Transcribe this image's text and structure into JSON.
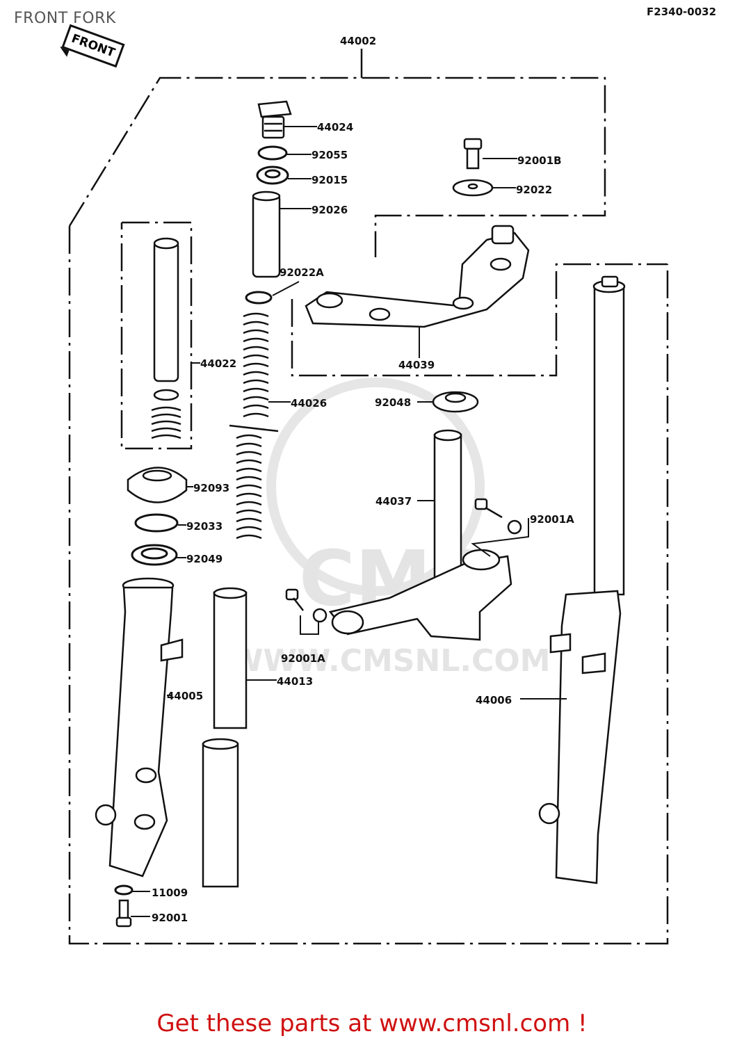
{
  "header": {
    "title": "FRONT FORK",
    "diagram_code": "F2340-0032",
    "front_tag": "FRONT"
  },
  "watermark": {
    "logo_text": "CMS",
    "url": "WWW.CMSNL.COM"
  },
  "parts": {
    "fork_assembly": "44002",
    "cap_bolt": "44024",
    "o_ring": "92055",
    "collar": "92015",
    "pipe": "92026",
    "bolt_b": "92001B",
    "washer": "92022",
    "washer_a": "92022A",
    "upper_bracket": "44039",
    "cylinder_unit": "44022",
    "spring": "44026",
    "stem_nut": "92048",
    "dust_seal": "92093",
    "circlip": "92033",
    "oil_seal": "92049",
    "stem_bracket": "44037",
    "bolt_a_right": "92001A",
    "bolt_a_lower": "92001A",
    "outer_tube_left": "44005",
    "inner_tube": "44013",
    "outer_tube_right": "44006",
    "gasket": "11009",
    "bolt": "92001"
  },
  "footer": {
    "cta": "Get these parts at www.cmsnl.com !"
  }
}
